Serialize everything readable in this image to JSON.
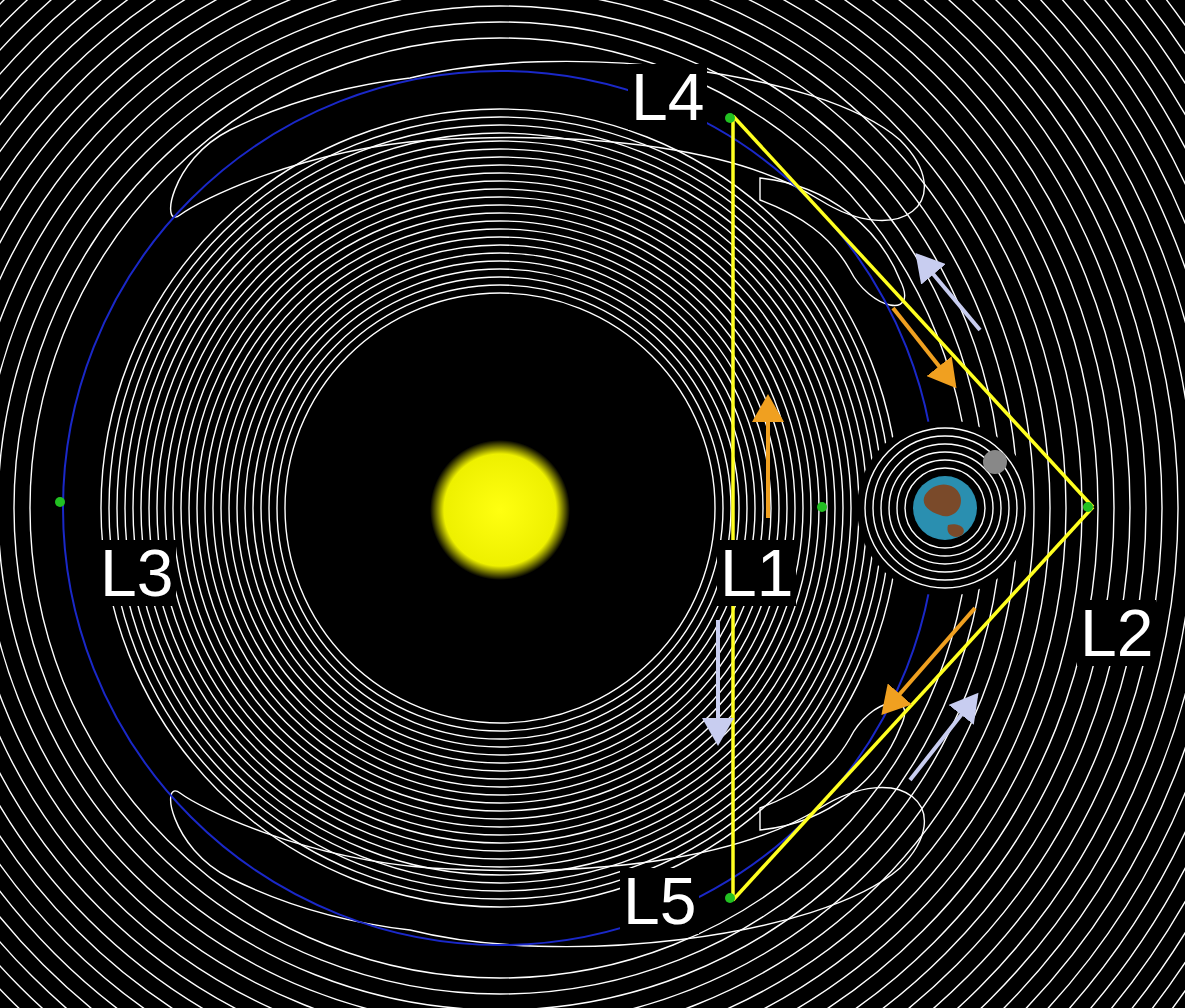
{
  "diagram": {
    "labels": [
      "L4",
      "L3",
      "L1",
      "L2",
      "L5"
    ]
  }
}
